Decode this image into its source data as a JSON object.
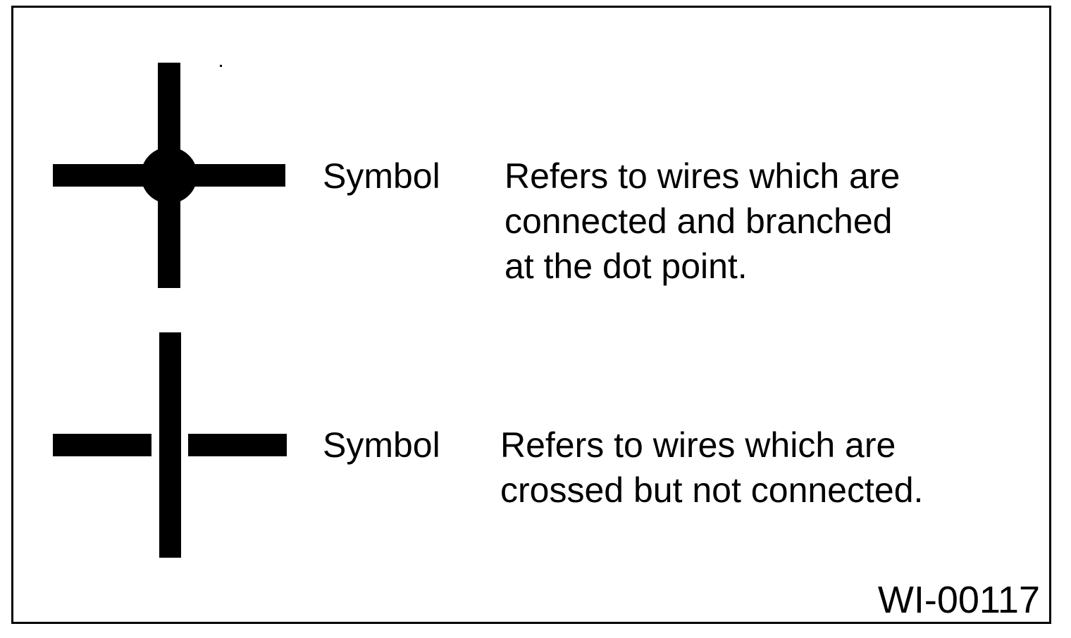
{
  "figure_code": "WI-00117",
  "rows": [
    {
      "symbol_icon": "connected-junction-icon",
      "label": "Symbol",
      "description_lines": [
        "Refers to wires which are",
        "connected and branched",
        "at the dot point."
      ]
    },
    {
      "symbol_icon": "crossed-not-connected-icon",
      "label": "Symbol",
      "description_lines": [
        "Refers to wires which are",
        "crossed but not connected."
      ]
    }
  ],
  "colors": {
    "ink": "#000000",
    "background": "#ffffff"
  }
}
